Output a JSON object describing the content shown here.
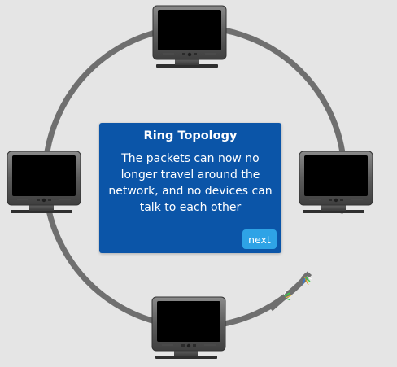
{
  "card": {
    "title": "Ring Topology",
    "line1": "The packets can now no",
    "line2": "longer travel around the",
    "line3": "network, and no devices can",
    "line4": "talk to each other",
    "next_label": "next"
  },
  "colors": {
    "background": "#e5e5e5",
    "ring": "#6f6f6f",
    "card": "#0b55a8",
    "button": "#2ea3e6",
    "underline": "#d0202a",
    "broken_wire_green": "#3bd04a"
  },
  "devices": [
    "monitor-top",
    "monitor-right",
    "monitor-bottom",
    "monitor-left"
  ]
}
